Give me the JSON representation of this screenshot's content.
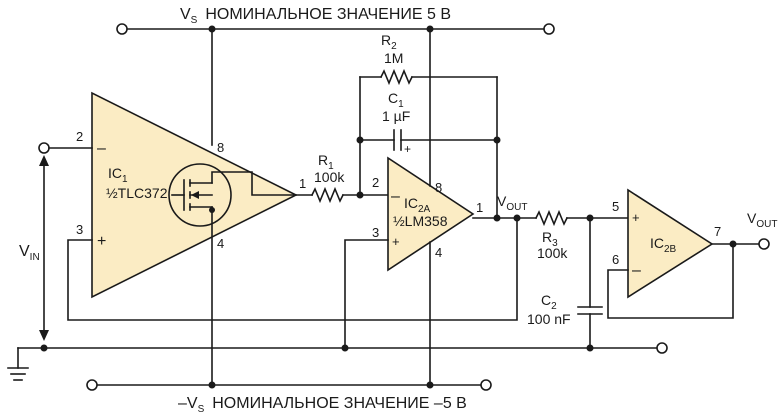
{
  "supply": {
    "top_sub": "S",
    "top_label": "НОМИНАЛЬНОЕ ЗНАЧЕНИЕ 5 В",
    "bottom_prefix": "–V",
    "bottom_sub": "S",
    "bottom_label": "НОМИНАЛЬНОЕ ЗНАЧЕНИЕ –5 В"
  },
  "ic1": {
    "name_main": "IC",
    "name_sub": "1",
    "part": "½TLC372",
    "pin_minus": "2",
    "pin_plus": "3",
    "pin_vplus": "8",
    "pin_vminus": "4",
    "pin_out": "1"
  },
  "ic2a": {
    "name_main": "IC",
    "name_sub": "2A",
    "part": "½LM358",
    "pin_minus": "2",
    "pin_plus": "3",
    "pin_vplus": "8",
    "pin_vminus": "4",
    "pin_out": "1"
  },
  "ic2b": {
    "name_main": "IC",
    "name_sub": "2B",
    "pin_plus": "5",
    "pin_minus": "6",
    "pin_out": "7"
  },
  "r1": {
    "name_main": "R",
    "name_sub": "1",
    "value": "100k"
  },
  "r2": {
    "name_main": "R",
    "name_sub": "2",
    "value": "1M"
  },
  "r3": {
    "name_main": "R",
    "name_sub": "3",
    "value": "100k"
  },
  "c1": {
    "name_main": "C",
    "name_sub": "1",
    "value": "1 µF"
  },
  "c2": {
    "name_main": "C",
    "name_sub": "2",
    "value": "100 nF"
  },
  "signals": {
    "vin_sub": "IN",
    "vout_sub": "OUT"
  },
  "symbols": {
    "minus": "–",
    "plus": "+",
    "v": "V"
  }
}
